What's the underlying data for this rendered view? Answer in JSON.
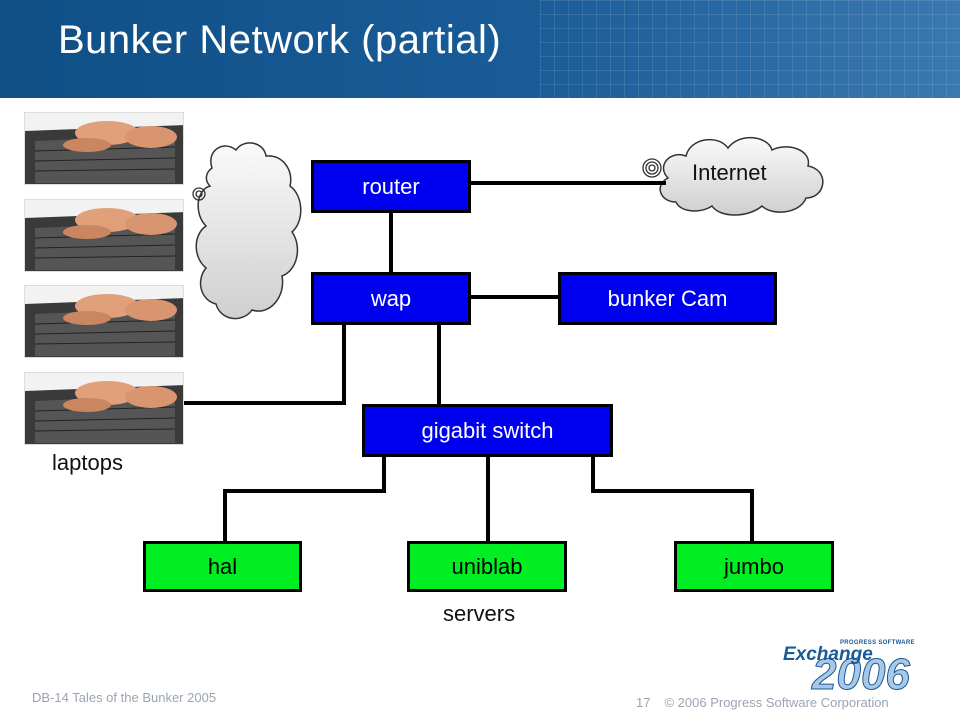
{
  "slide": {
    "title": "Bunker Network (partial)",
    "footer_left": "DB-14 Tales of the Bunker 2005",
    "page_number": "17",
    "copyright": "© 2006 Progress Software Corporation"
  },
  "logo": {
    "exchange": "Exchange",
    "progress_software": "PROGRESS SOFTWARE",
    "year": "2006"
  },
  "diagram": {
    "nodes": {
      "router": "router",
      "wap": "wap",
      "bunker_cam": "bunker Cam",
      "gigabit_switch": "gigabit switch",
      "hal": "hal",
      "uniblab": "uniblab",
      "jumbo": "jumbo"
    },
    "internet": "Internet",
    "laptops_label": "laptops",
    "servers_label": "servers",
    "laptop_count": 4
  },
  "colors": {
    "header": "#1a5c98",
    "device": "#0000f0",
    "server": "#00ee22",
    "wire": "#000000",
    "cloud": "#e6e6e6"
  },
  "icons": {
    "laptop": "laptop-keyboard-hands-photo",
    "cloud": "cloud-icon",
    "wireless": "wireless-signal-icon"
  }
}
